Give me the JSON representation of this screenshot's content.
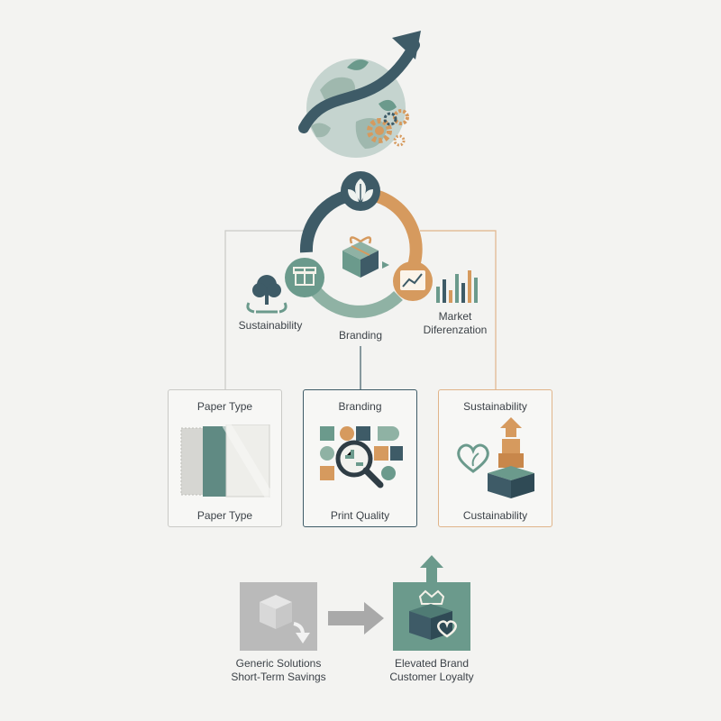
{
  "colors": {
    "teal_dark": "#3e5b67",
    "teal_mid": "#6b9a8c",
    "sage": "#8fb2a4",
    "orange": "#d69a5e",
    "gray": "#b5b5b5",
    "background": "#f3f3f1"
  },
  "top_icon": {
    "icon": "globe-growth-arrow-gears-icon"
  },
  "cycle": {
    "top_node_icon": "leaf-icon",
    "left_node_icon": "gift-box-icon",
    "right_node_icon": "chart-icon",
    "center_icon": "gift-box-icon",
    "left_label": "Sustainability",
    "bottom_label": "Branding",
    "right_label_line1": "Market",
    "right_label_line2": "Diferenzation"
  },
  "cards": [
    {
      "top": "Paper Type",
      "bottom": "Paper Type",
      "icon": "paper-samples-icon"
    },
    {
      "top": "Branding",
      "bottom": "Print Quality",
      "icon": "magnifier-pattern-icon"
    },
    {
      "top": "Sustainability",
      "bottom": "Custainability",
      "icon": "heart-box-stack-icon"
    }
  ],
  "comparison": {
    "left_line1": "Generic Solutions",
    "left_line2": "Short-Term Savings",
    "right_line1": "Elevated Brand",
    "right_line2": "Customer Loyalty",
    "left_icon": "plain-box-down-icon",
    "right_icon": "crown-heart-box-icon",
    "arrow_icon": "right-arrow-icon"
  }
}
